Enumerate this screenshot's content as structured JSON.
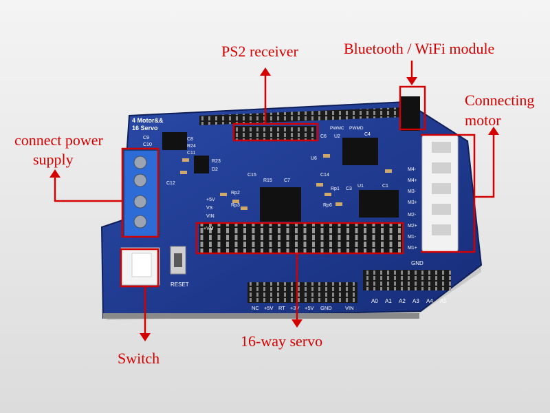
{
  "annotations": {
    "power": {
      "line1": "connect power",
      "line2": "supply"
    },
    "switch": "Switch",
    "ps2": "PS2 receiver",
    "bt": "Bluetooth / WiFi module",
    "motor": {
      "line1": "Connecting",
      "line2": "motor"
    },
    "servo": "16-way servo"
  },
  "silkscreen": {
    "title1": "4 Motor&&",
    "title2": "16 Servo",
    "reset": "RESET",
    "gnd": "GND",
    "analog": [
      "A0",
      "A1",
      "A2",
      "A3",
      "A4",
      "A5"
    ],
    "bottom_row": [
      "NC",
      "+5V",
      "RT",
      "+3V",
      "+5V",
      "GND",
      "VIN"
    ],
    "motor_pins": [
      "M4-",
      "M4+",
      "M3-",
      "M3+",
      "M2-",
      "M2+",
      "M1-",
      "M1+"
    ],
    "side_labels": [
      "+5V",
      "VS",
      "VIN",
      "+VM"
    ],
    "ref_labels": [
      "R15",
      "C7",
      "Rp1",
      "C3",
      "U1",
      "C1",
      "Rp2",
      "Rp3",
      "R23",
      "D2",
      "C15",
      "C12",
      "C14",
      "C6",
      "U2",
      "C4",
      "U6",
      "C10",
      "C8",
      "R24",
      "C11",
      "C9",
      "Rp6",
      "PWMC",
      "PWMD"
    ]
  },
  "colors": {
    "annotation_red": "#d40000",
    "pcb_blue": "#1d3a8e",
    "terminal_blue": "#2d6bd6",
    "background": "#ececec"
  }
}
